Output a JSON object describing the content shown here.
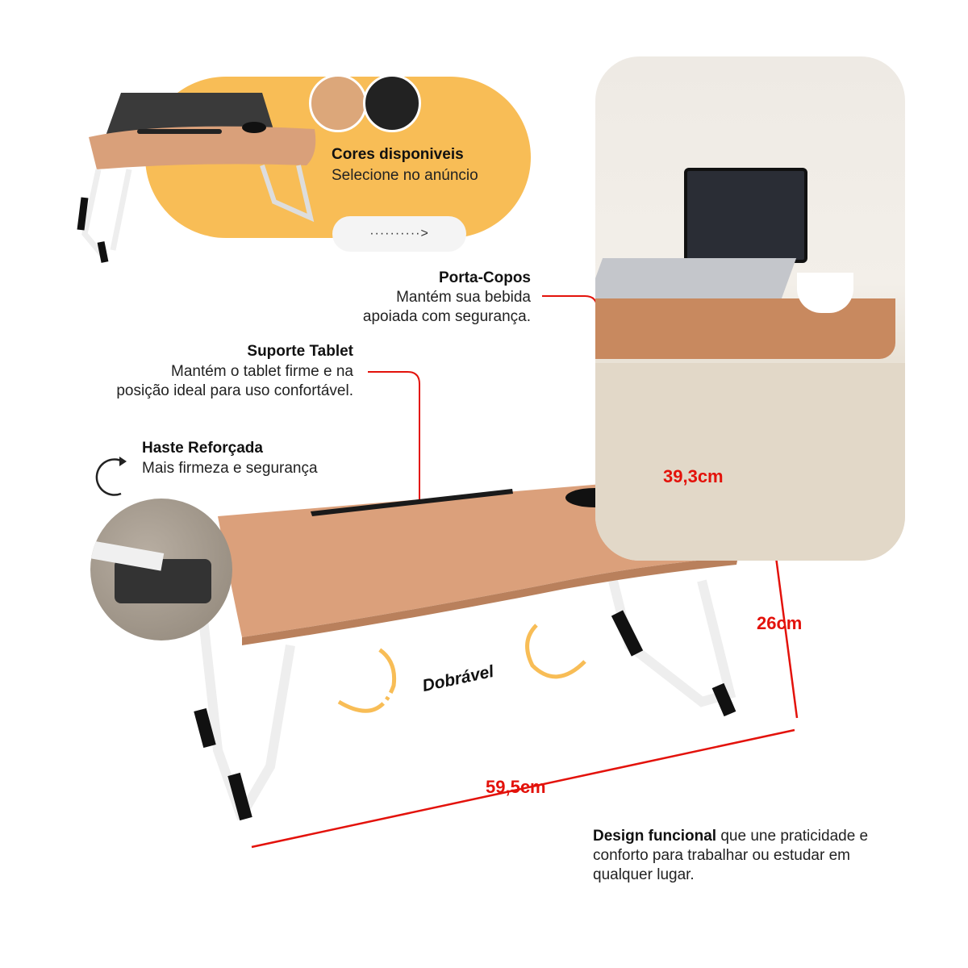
{
  "colors_panel": {
    "title": "Cores disponiveis",
    "subtitle": "Selecione no anúncio",
    "swatches": [
      "#dca77a",
      "#222222"
    ],
    "arrow": "··········>"
  },
  "features": {
    "cup_holder": {
      "title": "Porta-Copos",
      "line1": "Mantém sua bebida",
      "line2": "apoiada com segurança."
    },
    "tablet": {
      "title": "Suporte Tablet",
      "line1": "Mantém o tablet firme e na",
      "line2": "posição ideal para uso confortável."
    },
    "rod": {
      "title": "Haste Reforçada",
      "line1": "Mais firmeza e segurança"
    }
  },
  "foldable_label": "Dobrável",
  "dimensions": {
    "depth": "39,3cm",
    "height": "26cm",
    "width": "59,5cm"
  },
  "footer": {
    "bold": "Design funcional",
    "rest": " que une praticidade e conforto para trabalhar ou estudar em qualquer lugar."
  },
  "accent": "#e3120b",
  "yellow": "#f8bd56"
}
